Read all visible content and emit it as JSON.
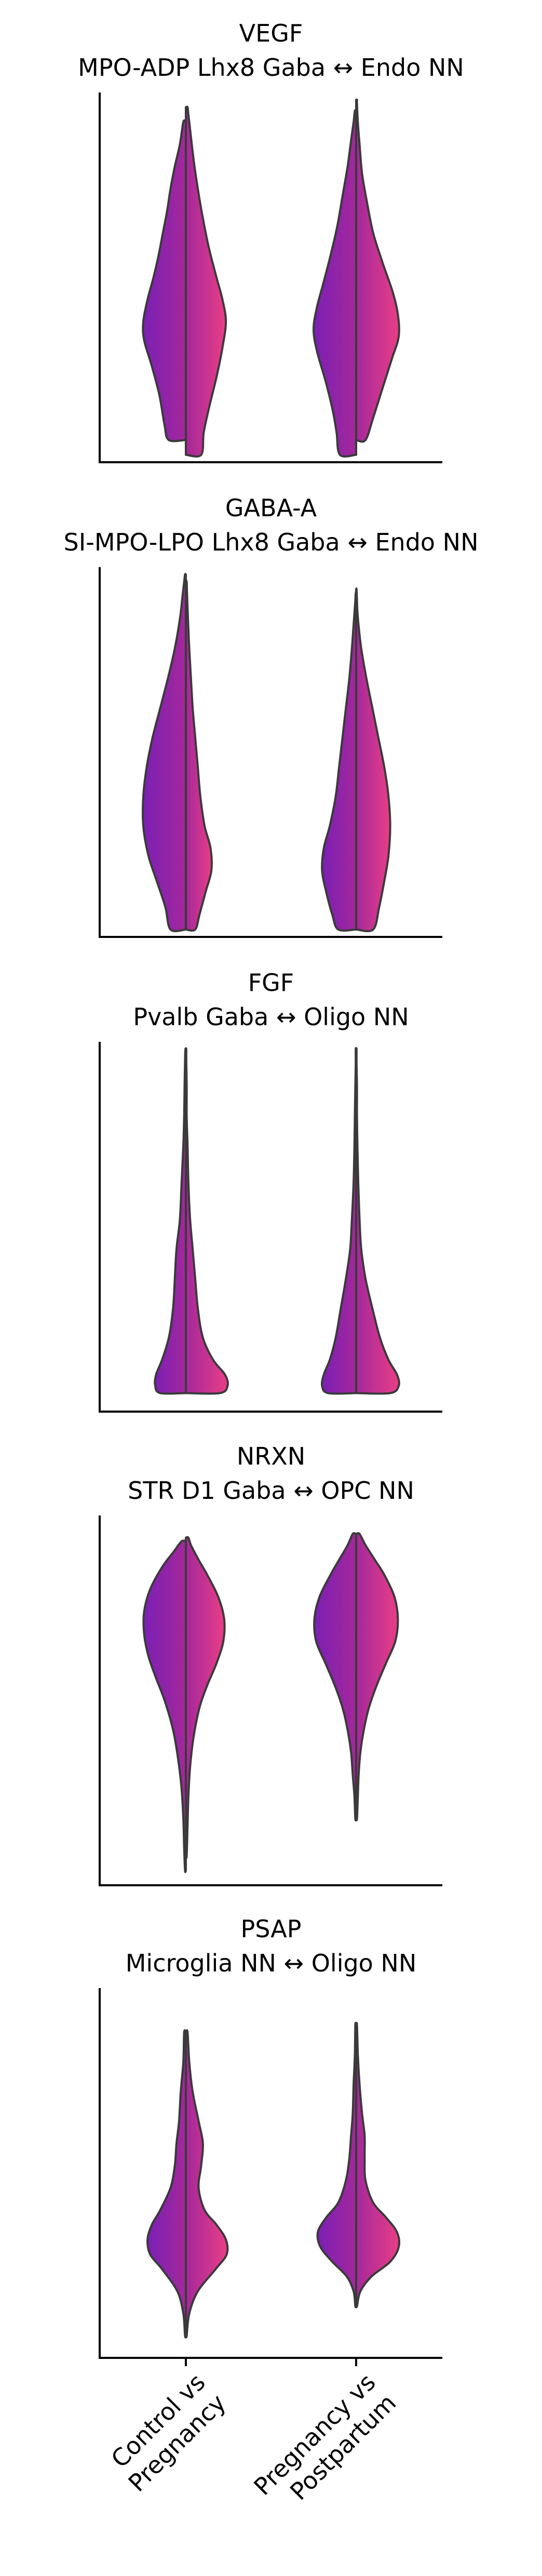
{
  "colors": {
    "purple": "#7b1fb5",
    "mid": "#a4289b",
    "pink": "#e93e86",
    "outline": "#3a3a3a",
    "axis": "#000000"
  },
  "chart_data": [
    {
      "type": "violin",
      "title": "VEGF",
      "subtitle": "MPO-ADP Lhx8 Gaba ↔ Endo NN",
      "categories": [
        "Control vs Pregnancy",
        "Pregnancy vs Postpartum"
      ],
      "split": true,
      "ylim": [
        0,
        1
      ],
      "violins": [
        {
          "left": {
            "y": [
              0.06,
              0.1,
              0.18,
              0.26,
              0.33,
              0.38,
              0.44,
              0.5,
              0.56,
              0.62,
              0.68,
              0.74,
              0.8,
              0.86,
              0.92
            ],
            "w": [
              0.4,
              0.5,
              0.62,
              0.8,
              0.98,
              1.0,
              0.9,
              0.76,
              0.64,
              0.54,
              0.44,
              0.36,
              0.26,
              0.14,
              0.06
            ]
          },
          "right": {
            "y": [
              0.02,
              0.08,
              0.15,
              0.23,
              0.31,
              0.38,
              0.44,
              0.5,
              0.58,
              0.66,
              0.74,
              0.82,
              0.88,
              0.94,
              0.96
            ],
            "w": [
              0.36,
              0.42,
              0.55,
              0.72,
              0.86,
              0.94,
              0.86,
              0.72,
              0.54,
              0.4,
              0.28,
              0.18,
              0.12,
              0.06,
              0.04
            ]
          }
        },
        {
          "left": {
            "y": [
              0.02,
              0.08,
              0.14,
              0.22,
              0.3,
              0.36,
              0.42,
              0.48,
              0.56,
              0.64,
              0.72,
              0.8,
              0.87,
              0.92,
              0.95
            ],
            "w": [
              0.38,
              0.46,
              0.55,
              0.72,
              0.92,
              1.0,
              0.92,
              0.78,
              0.6,
              0.44,
              0.32,
              0.2,
              0.12,
              0.06,
              0.03
            ]
          },
          "right": {
            "y": [
              0.06,
              0.12,
              0.2,
              0.28,
              0.34,
              0.4,
              0.46,
              0.54,
              0.62,
              0.7,
              0.78,
              0.86,
              0.92,
              0.97,
              0.98
            ],
            "w": [
              0.22,
              0.4,
              0.62,
              0.84,
              1.0,
              0.98,
              0.86,
              0.62,
              0.4,
              0.26,
              0.14,
              0.08,
              0.04,
              0.02,
              0.02
            ]
          }
        }
      ]
    },
    {
      "type": "violin",
      "title": "GABA-A",
      "subtitle": "SI-MPO-LPO Lhx8 Gaba ↔ Endo NN",
      "categories": [
        "Control vs Pregnancy",
        "Pregnancy vs Postpartum"
      ],
      "split": true,
      "ylim": [
        0,
        1
      ],
      "violins": [
        {
          "left": {
            "y": [
              0.02,
              0.08,
              0.15,
              0.22,
              0.3,
              0.38,
              0.46,
              0.54,
              0.62,
              0.7,
              0.78,
              0.86,
              0.92,
              0.96,
              0.98
            ],
            "w": [
              0.36,
              0.48,
              0.68,
              0.88,
              1.0,
              1.0,
              0.92,
              0.78,
              0.6,
              0.42,
              0.26,
              0.14,
              0.08,
              0.04,
              0.02
            ]
          },
          "right": {
            "y": [
              0.02,
              0.06,
              0.12,
              0.18,
              0.24,
              0.3,
              0.38,
              0.46,
              0.54,
              0.62,
              0.7,
              0.78,
              0.86,
              0.92,
              0.96
            ],
            "w": [
              0.22,
              0.32,
              0.46,
              0.6,
              0.58,
              0.44,
              0.34,
              0.28,
              0.22,
              0.16,
              0.12,
              0.08,
              0.05,
              0.03,
              0.02
            ]
          }
        },
        {
          "left": {
            "y": [
              0.02,
              0.06,
              0.12,
              0.18,
              0.24,
              0.3,
              0.38,
              0.46,
              0.54,
              0.62,
              0.7,
              0.78,
              0.86,
              0.91,
              0.93
            ],
            "w": [
              0.42,
              0.56,
              0.7,
              0.8,
              0.76,
              0.62,
              0.48,
              0.4,
              0.32,
              0.24,
              0.16,
              0.1,
              0.05,
              0.02,
              0.01
            ]
          },
          "right": {
            "y": [
              0.02,
              0.08,
              0.15,
              0.22,
              0.3,
              0.38,
              0.46,
              0.54,
              0.62,
              0.7,
              0.78,
              0.84,
              0.88,
              0.91,
              0.94
            ],
            "w": [
              0.4,
              0.54,
              0.66,
              0.76,
              0.8,
              0.76,
              0.66,
              0.52,
              0.38,
              0.24,
              0.12,
              0.06,
              0.03,
              0.02,
              0.01
            ]
          }
        }
      ]
    },
    {
      "type": "violin",
      "title": "FGF",
      "subtitle": "Pvalb Gaba ↔ Oligo NN",
      "categories": [
        "Control vs Pregnancy",
        "Pregnancy vs Postpartum"
      ],
      "split": true,
      "ylim": [
        0,
        1
      ],
      "violins": [
        {
          "left": {
            "y": [
              0.05,
              0.07,
              0.1,
              0.14,
              0.2,
              0.28,
              0.36,
              0.44,
              0.52,
              0.62,
              0.72,
              0.8,
              0.88,
              0.95,
              0.98
            ],
            "w": [
              0.6,
              0.72,
              0.7,
              0.56,
              0.4,
              0.3,
              0.26,
              0.22,
              0.14,
              0.1,
              0.06,
              0.04,
              0.03,
              0.02,
              0.01
            ]
          },
          "right": {
            "y": [
              0.05,
              0.07,
              0.1,
              0.14,
              0.2,
              0.28,
              0.36,
              0.44,
              0.52,
              0.62,
              0.72,
              0.8,
              0.88,
              0.95,
              0.98
            ],
            "w": [
              0.8,
              0.98,
              0.92,
              0.64,
              0.4,
              0.28,
              0.22,
              0.16,
              0.1,
              0.06,
              0.04,
              0.02,
              0.02,
              0.01,
              0.01
            ]
          }
        },
        {
          "left": {
            "y": [
              0.05,
              0.07,
              0.1,
              0.14,
              0.2,
              0.28,
              0.36,
              0.44,
              0.52,
              0.62,
              0.72,
              0.8,
              0.88,
              0.94,
              0.98
            ],
            "w": [
              0.66,
              0.8,
              0.76,
              0.62,
              0.48,
              0.36,
              0.24,
              0.14,
              0.1,
              0.06,
              0.04,
              0.03,
              0.02,
              0.01,
              0.01
            ]
          },
          "right": {
            "y": [
              0.05,
              0.07,
              0.1,
              0.14,
              0.2,
              0.28,
              0.36,
              0.44,
              0.52,
              0.62,
              0.72,
              0.8,
              0.88,
              0.94,
              0.98
            ],
            "w": [
              0.8,
              1.0,
              0.96,
              0.76,
              0.56,
              0.38,
              0.22,
              0.12,
              0.08,
              0.05,
              0.03,
              0.02,
              0.02,
              0.01,
              0.01
            ]
          }
        }
      ]
    },
    {
      "type": "violin",
      "title": "NRXN",
      "subtitle": "STR D1 Gaba ↔ OPC NN",
      "categories": [
        "Control vs Pregnancy",
        "Pregnancy vs Postpartum"
      ],
      "split": true,
      "ylim": [
        0,
        1
      ],
      "violins": [
        {
          "left": {
            "y": [
              0.04,
              0.1,
              0.18,
              0.26,
              0.34,
              0.42,
              0.5,
              0.56,
              0.62,
              0.68,
              0.74,
              0.8,
              0.86,
              0.9,
              0.93
            ],
            "w": [
              0.02,
              0.04,
              0.06,
              0.1,
              0.18,
              0.3,
              0.5,
              0.7,
              0.88,
              0.98,
              0.98,
              0.84,
              0.56,
              0.3,
              0.1
            ]
          },
          "right": {
            "y": [
              0.08,
              0.16,
              0.24,
              0.32,
              0.4,
              0.48,
              0.54,
              0.6,
              0.66,
              0.72,
              0.78,
              0.84,
              0.88,
              0.92,
              0.94
            ],
            "w": [
              0.02,
              0.04,
              0.06,
              0.1,
              0.18,
              0.32,
              0.5,
              0.72,
              0.88,
              0.9,
              0.76,
              0.5,
              0.3,
              0.12,
              0.06
            ]
          }
        },
        {
          "left": {
            "y": [
              0.18,
              0.24,
              0.3,
              0.36,
              0.42,
              0.48,
              0.54,
              0.6,
              0.66,
              0.72,
              0.78,
              0.84,
              0.88,
              0.92,
              0.95
            ],
            "w": [
              0.02,
              0.04,
              0.08,
              0.12,
              0.2,
              0.32,
              0.5,
              0.72,
              0.94,
              0.98,
              0.86,
              0.6,
              0.4,
              0.2,
              0.08
            ]
          },
          "right": {
            "y": [
              0.18,
              0.24,
              0.3,
              0.36,
              0.42,
              0.48,
              0.54,
              0.6,
              0.66,
              0.72,
              0.78,
              0.84,
              0.88,
              0.92,
              0.95
            ],
            "w": [
              0.02,
              0.04,
              0.06,
              0.1,
              0.18,
              0.3,
              0.48,
              0.7,
              0.92,
              0.98,
              0.9,
              0.66,
              0.44,
              0.22,
              0.08
            ]
          }
        }
      ]
    },
    {
      "type": "violin",
      "title": "PSAP",
      "subtitle": "Microglia NN ↔ Oligo NN",
      "categories": [
        "Control vs Pregnancy",
        "Pregnancy vs Postpartum"
      ],
      "split": true,
      "ylim": [
        0,
        1
      ],
      "violins": [
        {
          "left": {
            "y": [
              0.06,
              0.12,
              0.18,
              0.24,
              0.28,
              0.32,
              0.36,
              0.4,
              0.46,
              0.52,
              0.58,
              0.64,
              0.72,
              0.8,
              0.88
            ],
            "w": [
              0.02,
              0.06,
              0.2,
              0.56,
              0.84,
              0.9,
              0.8,
              0.6,
              0.36,
              0.26,
              0.22,
              0.16,
              0.12,
              0.06,
              0.04
            ]
          },
          "right": {
            "y": [
              0.06,
              0.12,
              0.18,
              0.24,
              0.28,
              0.32,
              0.36,
              0.4,
              0.46,
              0.52,
              0.58,
              0.64,
              0.72,
              0.8,
              0.88
            ],
            "w": [
              0.02,
              0.08,
              0.28,
              0.7,
              0.96,
              0.94,
              0.72,
              0.44,
              0.3,
              0.36,
              0.4,
              0.3,
              0.16,
              0.08,
              0.04
            ]
          }
        },
        {
          "left": {
            "y": [
              0.14,
              0.18,
              0.22,
              0.26,
              0.3,
              0.34,
              0.38,
              0.42,
              0.48,
              0.54,
              0.6,
              0.66,
              0.74,
              0.82,
              0.9
            ],
            "w": [
              0.02,
              0.06,
              0.22,
              0.56,
              0.84,
              0.9,
              0.7,
              0.42,
              0.24,
              0.16,
              0.12,
              0.08,
              0.06,
              0.03,
              0.02
            ]
          },
          "right": {
            "y": [
              0.14,
              0.18,
              0.22,
              0.26,
              0.3,
              0.34,
              0.38,
              0.42,
              0.48,
              0.54,
              0.6,
              0.66,
              0.74,
              0.82,
              0.9
            ],
            "w": [
              0.02,
              0.1,
              0.36,
              0.8,
              1.0,
              0.96,
              0.7,
              0.4,
              0.22,
              0.2,
              0.2,
              0.14,
              0.08,
              0.04,
              0.02
            ]
          }
        }
      ]
    }
  ],
  "xaxis": {
    "tick_labels": [
      [
        "Control vs",
        "Pregnancy"
      ],
      [
        "Pregnancy vs",
        "Postpartum"
      ]
    ]
  }
}
